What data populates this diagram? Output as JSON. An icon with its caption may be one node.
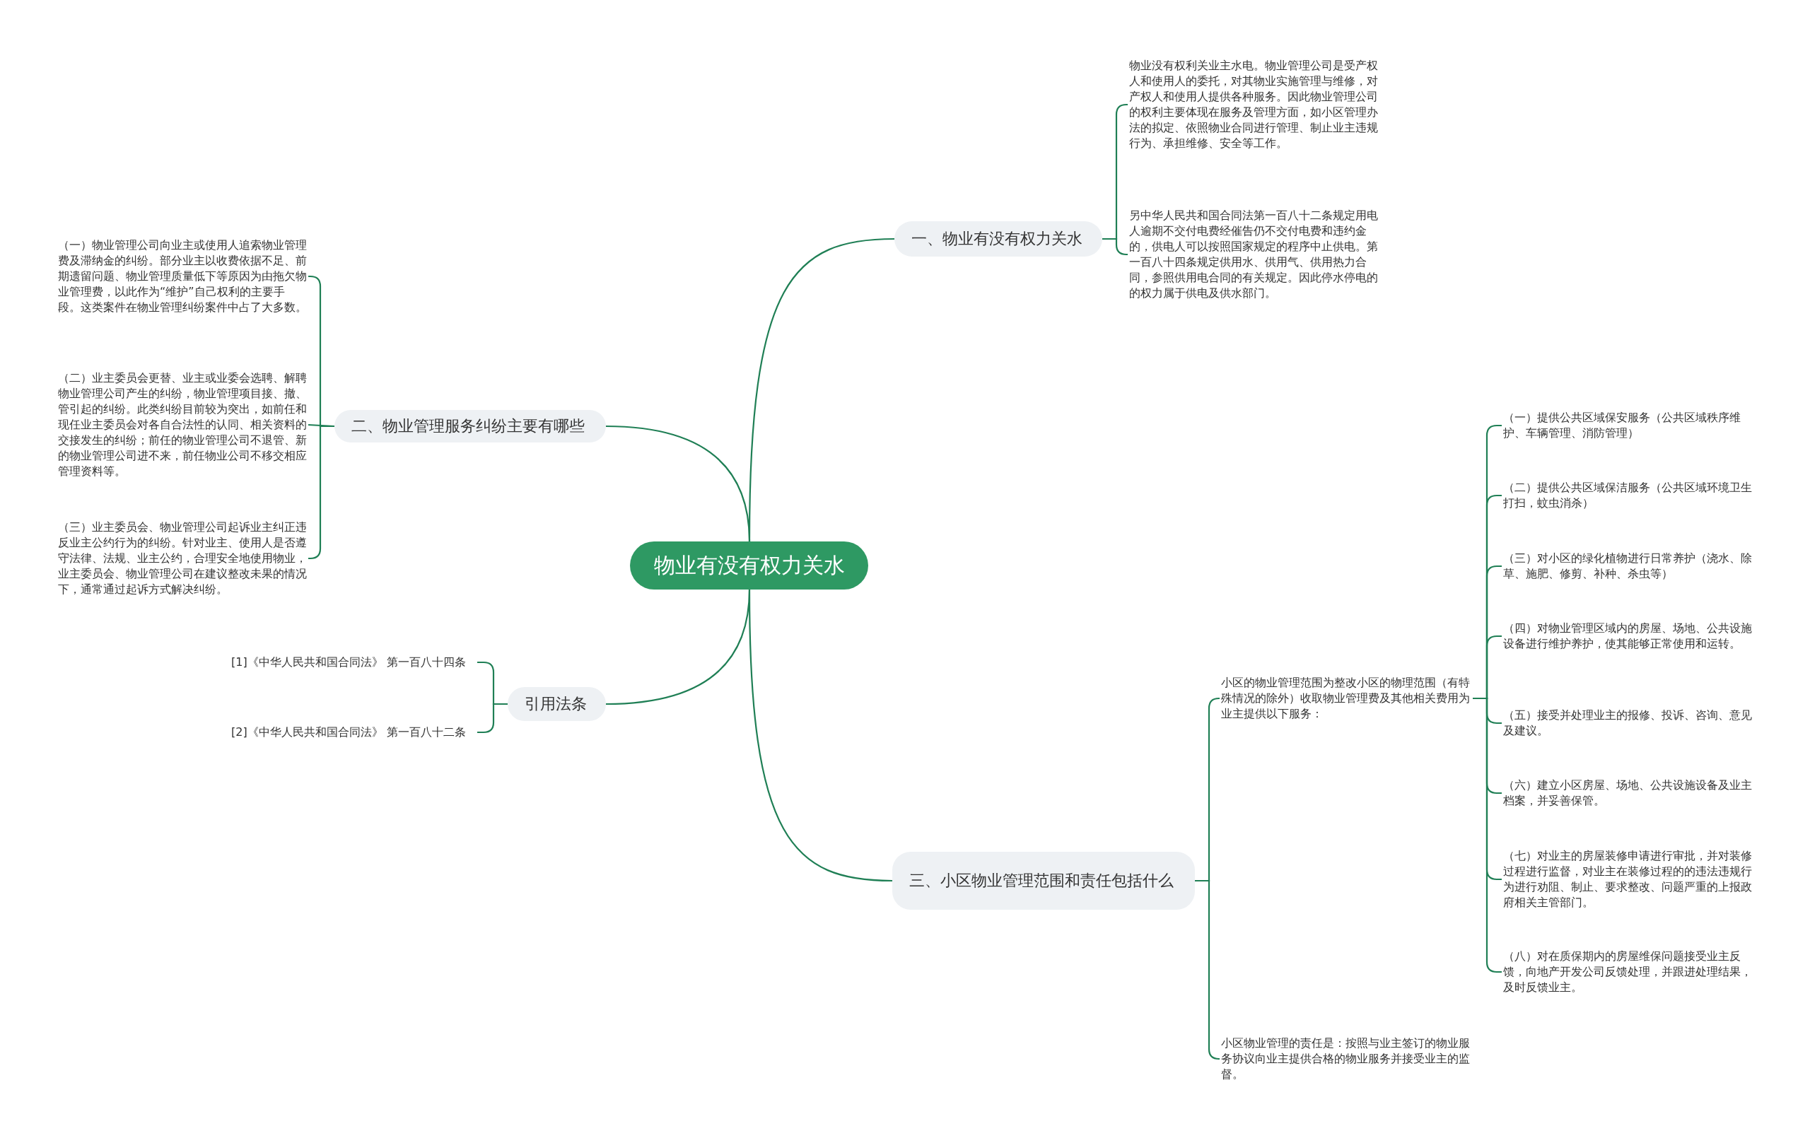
{
  "diagram": {
    "nodes": [
      {
        "text": [
          "物业有没有权力关水"
        ]
      },
      {
        "text": [
          "一、物业有没有权力关水"
        ]
      },
      {
        "text": [
          "物业没有权利关业主水电。物业管理公司是受产权人和使用人的委托，对其物业实施管理与维修，对产权人和使用人提供各种服务。因此物业管理公司的权利主要体现在服务及管理方面，如小区管理办法的拟定、依照物业合同进行管理、制止业主违规行为、承担维修、安全等工作。"
        ]
      },
      {
        "text": [
          "另中华人民共和国合同法第一百八十二条规定用电人逾期不交付电费经催告仍不交付电费和违约金的，供电人可以按照国家规定的程序中止供电。第一百八十四条规定供用水、供用气、供用热力合同，参照供用电合同的有关规定。因此停水停电的的权力属于供电及供水部门。"
        ]
      },
      {
        "text": [
          "二、物业管理服务纠纷主要有哪些"
        ]
      },
      {
        "text": [
          "（一）物业管理公司向业主或使用人追索物业管理费及滞纳金的纠纷。部分业主以收费依据不足、前期遗留问题、物业管理质量低下等原因为由拖欠物业管理费，以此作为“维护”自己权利的主要手段。这类案件在物业管理纠纷案件中占了大多数。"
        ]
      },
      {
        "text": [
          "（二）业主委员会更替、业主或业委会选聘、解聘物业管理公司产生的纠纷，物业管理项目接、撤、管引起的纠纷。此类纠纷目前较为突出，如前任和现任业主委员会对各自合法性的认同、相关资料的交接发生的纠纷；前任的物业管理公司不退管、新的物业管理公司进不来，前任物业公司不移交相应管理资料等。"
        ]
      },
      {
        "text": [
          "（三）业主委员会、物业管理公司起诉业主纠正违反业主公约行为的纠纷。针对业主、使用人是否遵守法律、法规、业主公约，合理安全地使用物业，业主委员会、物业管理公司在建议整改未果的情况下，通常通过起诉方式解决纠纷。"
        ]
      },
      {
        "text": [
          "引用法条"
        ]
      },
      {
        "text": [
          "[1]《中华人民共和国合同法》 第一百八十四条"
        ]
      },
      {
        "text": [
          "[2]《中华人民共和国合同法》 第一百八十二条"
        ]
      },
      {
        "text": [
          "三、小区物业管理范围和责任包括什么"
        ]
      },
      {
        "text": [
          "小区的物业管理范围为整改小区的物理范围（有特殊情况的除外）收取物业管理费及其他相关费用为业主提供以下服务："
        ]
      },
      {
        "text": [
          "小区物业管理的责任是：按照与业主签订的物业服务协议向业主提供合格的物业服务并接受业主的监督。"
        ]
      },
      {
        "text": [
          "（一）提供公共区域保安服务（公共区域秩序维护、车辆管理、消防管理）"
        ]
      },
      {
        "text": [
          "（二）提供公共区域保洁服务（公共区域环境卫生打扫，蚊虫消杀）"
        ]
      },
      {
        "text": [
          "（三）对小区的绿化植物进行日常养护（浇水、除草、施肥、修剪、补种、杀虫等）"
        ]
      },
      {
        "text": [
          "（四）对物业管理区域内的房屋、场地、公共设施设备进行维护养护，使其能够正常使用和运转。"
        ]
      },
      {
        "text": [
          "（五）接受并处理业主的报修、投诉、咨询、意见及建议。"
        ]
      },
      {
        "text": [
          "（六）建立小区房屋、场地、公共设施设备及业主档案，并妥善保管。"
        ]
      },
      {
        "text": [
          "（七）对业主的房屋装修申请进行审批，并对装修过程进行监督，对业主在装修过程的的违法违规行为进行劝阻、制止、要求整改、问题严重的上报政府相关主管部门。"
        ]
      },
      {
        "text": [
          "（八）对在质保期内的房屋维保问题接受业主反馈，向地产开发公司反馈处理，并跟进处理结果，及时反馈业主。"
        ]
      }
    ],
    "edges": [
      {
        "from": 0,
        "to": 1,
        "arrow": "none"
      },
      {
        "from": 0,
        "to": 4,
        "arrow": "none"
      },
      {
        "from": 0,
        "to": 8,
        "arrow": "none"
      },
      {
        "from": 0,
        "to": 11,
        "arrow": "none"
      },
      {
        "from": 1,
        "to": 2,
        "arrow": "none"
      },
      {
        "from": 1,
        "to": 3,
        "arrow": "none"
      },
      {
        "from": 4,
        "to": 5,
        "arrow": "none"
      },
      {
        "from": 4,
        "to": 6,
        "arrow": "none"
      },
      {
        "from": 4,
        "to": 7,
        "arrow": "none"
      },
      {
        "from": 8,
        "to": 9,
        "arrow": "none"
      },
      {
        "from": 8,
        "to": 10,
        "arrow": "none"
      },
      {
        "from": 11,
        "to": 12,
        "arrow": "none"
      },
      {
        "from": 11,
        "to": 13,
        "arrow": "none"
      },
      {
        "from": 12,
        "to": 14,
        "arrow": "none"
      },
      {
        "from": 12,
        "to": 15,
        "arrow": "none"
      },
      {
        "from": 12,
        "to": 16,
        "arrow": "none"
      },
      {
        "from": 12,
        "to": 17,
        "arrow": "none"
      },
      {
        "from": 12,
        "to": 18,
        "arrow": "none"
      },
      {
        "from": 12,
        "to": 19,
        "arrow": "none"
      },
      {
        "from": 12,
        "to": 20,
        "arrow": "none"
      },
      {
        "from": 12,
        "to": 21,
        "arrow": "none"
      }
    ]
  }
}
